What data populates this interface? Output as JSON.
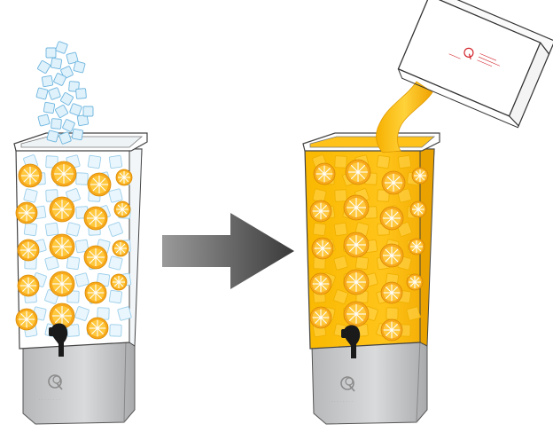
{
  "illustration": {
    "steps": [
      {
        "name": "fill-with-ice-and-oranges",
        "liquid": "water",
        "ice_pouring": true
      },
      {
        "name": "pour-in-juice",
        "liquid": "orange juice",
        "carton_pouring": true
      }
    ],
    "arrow": {
      "direction": "right"
    },
    "colors": {
      "orange_rind": "#f7a81b",
      "orange_flesh": "#ffc83d",
      "juice": "#f8b400",
      "ice": "#bfe3f5",
      "steel_base": "#c9cacc",
      "spigot": "#1a1a1a",
      "arrow_dark": "#3a3a3a",
      "arrow_light": "#9a9a9a",
      "carton_mark": "#d2232a"
    },
    "icons": [
      "ice-cube-icon",
      "orange-slice-icon",
      "spigot-icon",
      "brand-logo-icon",
      "arrow-right-icon"
    ]
  }
}
